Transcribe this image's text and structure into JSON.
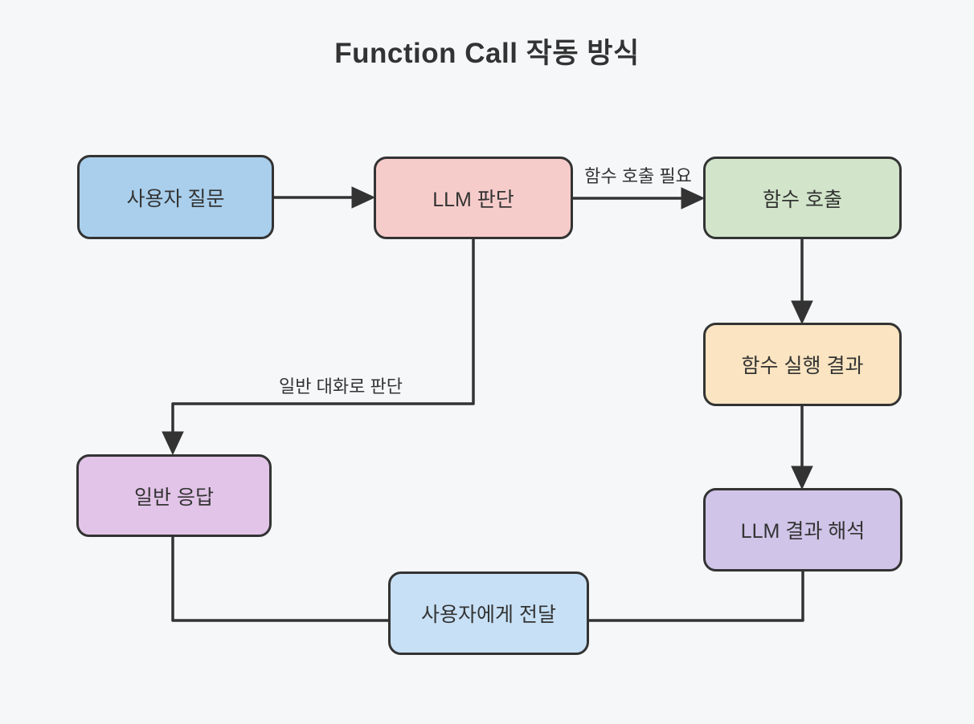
{
  "title": "Function Call 작동 방식",
  "colors": {
    "background": "#f5f7f9",
    "stroke": "#333333",
    "text": "#333333",
    "node_user_question": "#a9cfec",
    "node_llm_judgment": "#f6ccca",
    "node_function_call": "#d2e5ca",
    "node_function_exec_result": "#fae4c1",
    "node_llm_result_interpretation": "#d0c4e8",
    "node_general_response": "#e2c4e8",
    "node_deliver_to_user": "#c7e0f5"
  },
  "diagram": {
    "type": "flowchart",
    "nodes": [
      {
        "id": "user-question",
        "label": "사용자 질문",
        "fill": "#a9cfec"
      },
      {
        "id": "llm-judgment",
        "label": "LLM 판단",
        "fill": "#f6ccca"
      },
      {
        "id": "function-call",
        "label": "함수 호출",
        "fill": "#d2e5ca"
      },
      {
        "id": "function-exec-result",
        "label": "함수 실행 결과",
        "fill": "#fae4c1"
      },
      {
        "id": "llm-result-interpretation",
        "label": "LLM 결과 해석",
        "fill": "#d0c4e8"
      },
      {
        "id": "general-response",
        "label": "일반 응답",
        "fill": "#e2c4e8"
      },
      {
        "id": "deliver-to-user",
        "label": "사용자에게 전달",
        "fill": "#c7e0f5"
      }
    ],
    "edges": [
      {
        "from": "user-question",
        "to": "llm-judgment",
        "label": ""
      },
      {
        "from": "llm-judgment",
        "to": "function-call",
        "label": "함수 호출 필요"
      },
      {
        "from": "function-call",
        "to": "function-exec-result",
        "label": ""
      },
      {
        "from": "function-exec-result",
        "to": "llm-result-interpretation",
        "label": ""
      },
      {
        "from": "llm-judgment",
        "to": "general-response",
        "label": "일반 대화로 판단"
      },
      {
        "from": "general-response",
        "to": "deliver-to-user",
        "label": ""
      },
      {
        "from": "llm-result-interpretation",
        "to": "deliver-to-user",
        "label": ""
      }
    ]
  }
}
